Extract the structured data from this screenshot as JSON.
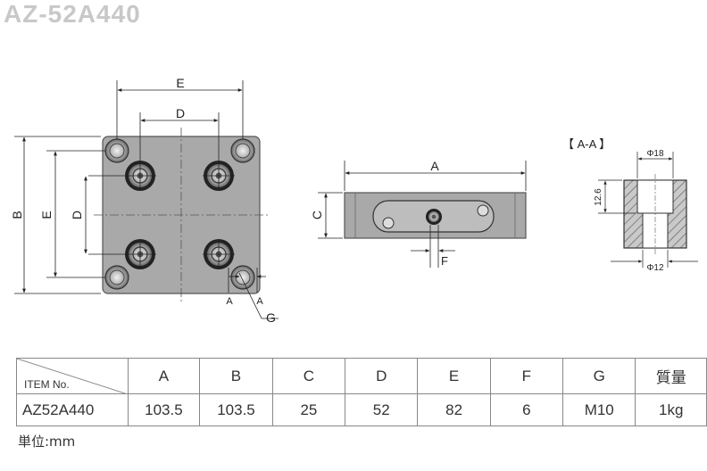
{
  "title": "AZ-52A440",
  "drawing": {
    "labels": {
      "e_top": "E",
      "d_top": "D",
      "b_left": "B",
      "e_left": "E",
      "d_left": "D",
      "section_a1": "A",
      "section_a2": "A",
      "g": "G",
      "a_side": "A",
      "c_side": "C",
      "f_side": "F",
      "section_title": "【 A-A 】",
      "phi18": "Φ18",
      "dim_126": "12.6",
      "phi12": "Φ12"
    }
  },
  "table": {
    "item_header": "ITEM No.",
    "columns": [
      "A",
      "B",
      "C",
      "D",
      "E",
      "F",
      "G",
      "質量"
    ],
    "rows": [
      {
        "name": "AZ52A440",
        "values": [
          "103.5",
          "103.5",
          "25",
          "52",
          "82",
          "6",
          "M10",
          "1kg"
        ]
      }
    ]
  },
  "unit": "単位:mm"
}
